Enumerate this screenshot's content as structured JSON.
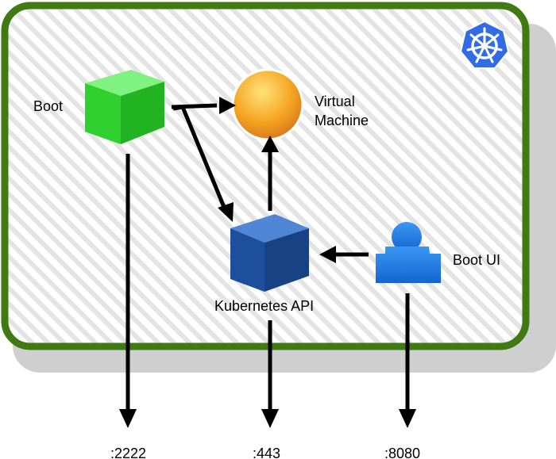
{
  "nodes": {
    "boot": {
      "label": "Boot"
    },
    "vm": {
      "label_line1": "Virtual",
      "label_line2": "Machine"
    },
    "k8s_api": {
      "label": "Kubernetes API"
    },
    "boot_ui": {
      "label": "Boot UI"
    }
  },
  "ports": {
    "boot": ":2222",
    "k8s_api": ":443",
    "boot_ui": ":8080"
  },
  "colors": {
    "frame_border": "#3f7a12",
    "shadow": "#c8c8c8",
    "boot_cube": "#33dd33",
    "vm_sphere": "#f5a623",
    "k8s_cube": "#1f4f99",
    "boot_ui_user": "#1e7be6",
    "k8s_logo": "#326ce5",
    "arrow": "#000000"
  },
  "icons": {
    "logo": "kubernetes-helm-icon",
    "boot": "green-cube-icon",
    "vm": "orange-sphere-icon",
    "k8s_api": "blue-cube-icon",
    "boot_ui": "user-icon"
  }
}
